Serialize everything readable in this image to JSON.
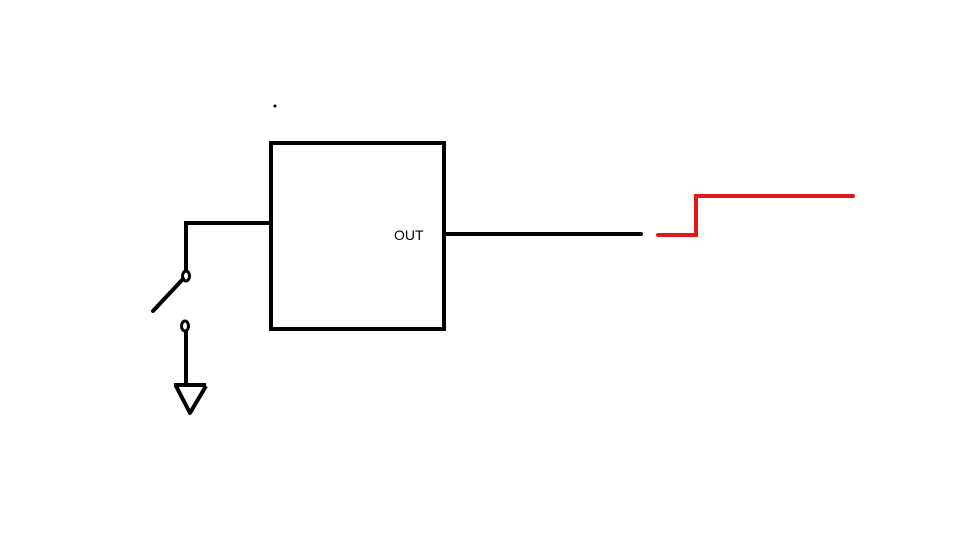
{
  "diagram": {
    "block": {
      "output_label": "OUT"
    },
    "colors": {
      "wire": "#000000",
      "signal": "#e0191f",
      "background": "#ffffff"
    },
    "signal_waveform": {
      "type": "step",
      "levels": [
        "low",
        "high"
      ]
    },
    "icons": [
      "switch-icon",
      "ground-icon"
    ]
  }
}
